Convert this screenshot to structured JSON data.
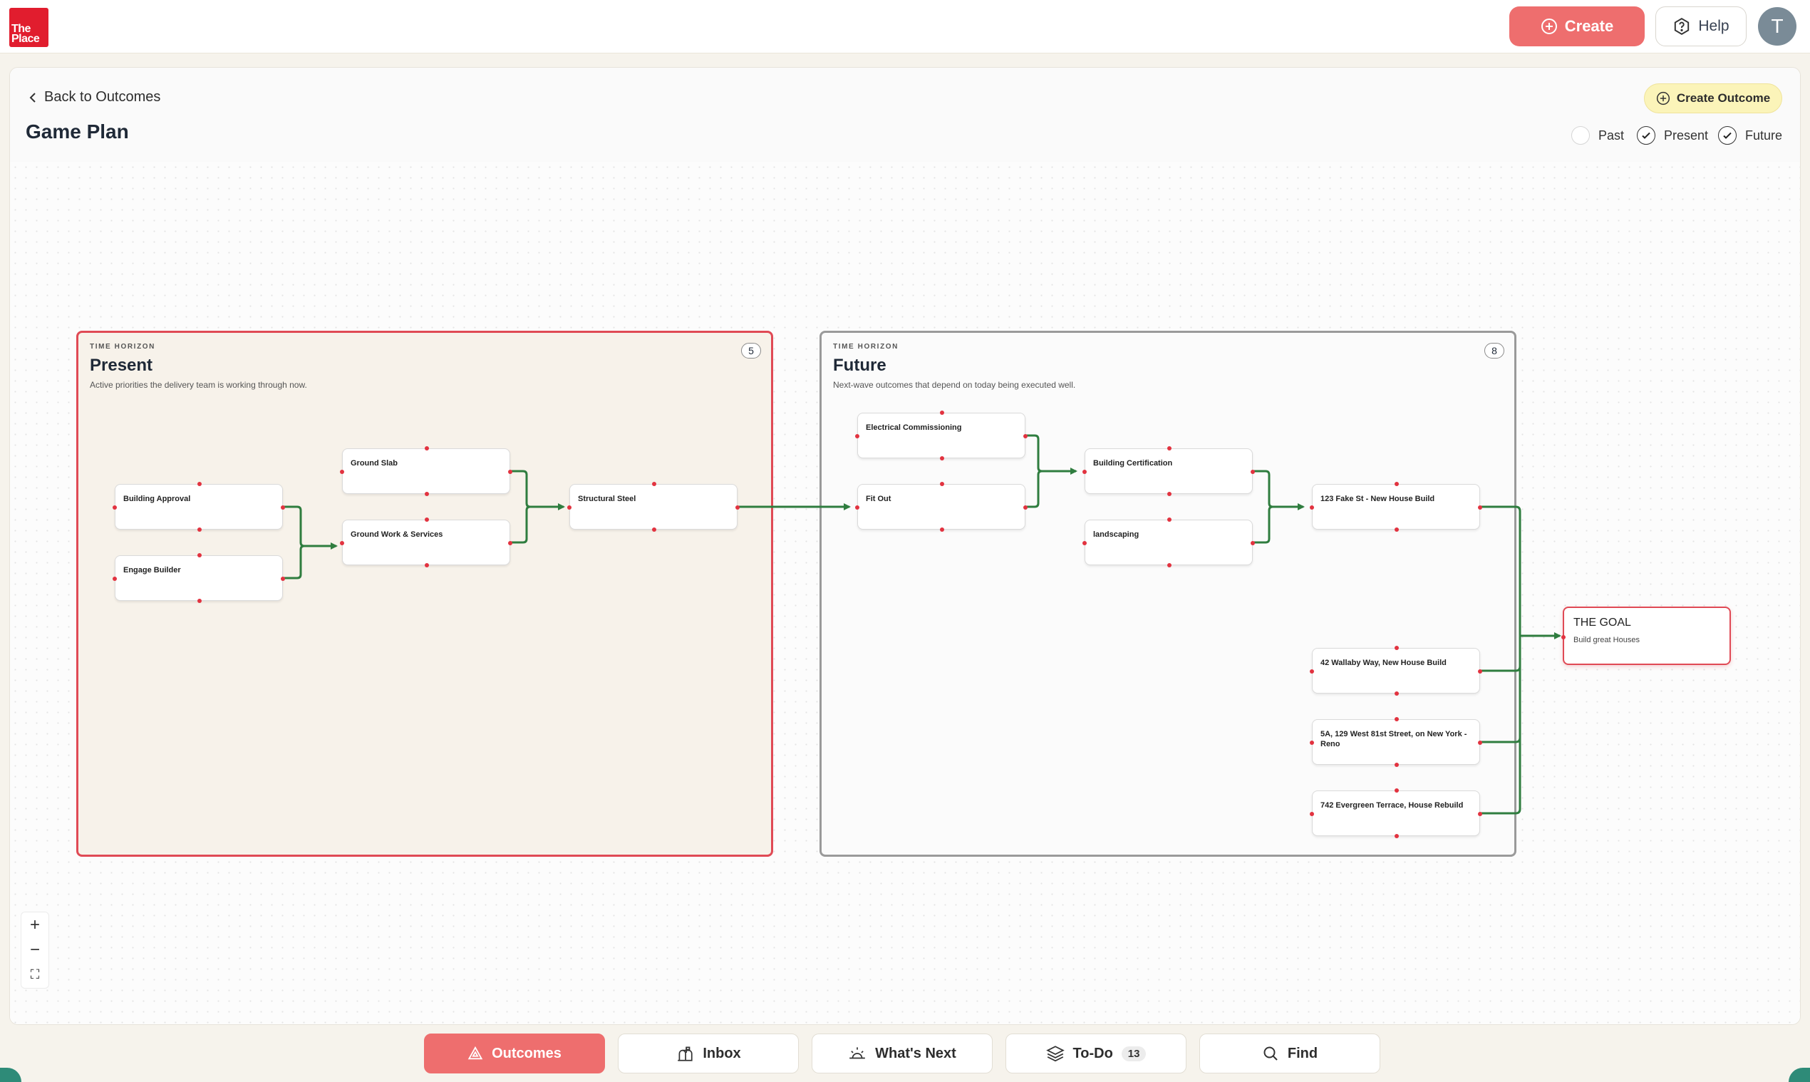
{
  "app": {
    "logo_text": "The Place",
    "logo_line1": "The",
    "logo_line2": "Place",
    "avatar_initial": "T"
  },
  "topbar": {
    "create_label": "Create",
    "help_label": "Help"
  },
  "header": {
    "back_label": "Back to Outcomes",
    "title": "Game Plan",
    "create_outcome_label": "Create Outcome",
    "filters": [
      {
        "label": "Past",
        "checked": false
      },
      {
        "label": "Present",
        "checked": true
      },
      {
        "label": "Future",
        "checked": true
      }
    ]
  },
  "horizons": {
    "present": {
      "kicker": "TIME HORIZON",
      "title": "Present",
      "description": "Active priorities the delivery team is working through now.",
      "count": "5",
      "border_color": "#e04a55"
    },
    "future": {
      "kicker": "TIME HORIZON",
      "title": "Future",
      "description": "Next-wave outcomes that depend on today being executed well.",
      "count": "8",
      "border_color": "#9a9a9a"
    }
  },
  "nodes": {
    "building_approval": "Building Approval",
    "engage_builder": "Engage Builder",
    "ground_slab": "Ground Slab",
    "ground_work": "Ground Work & Services",
    "structural_steel": "Structural Steel",
    "electrical": "Electrical Commissioning",
    "fit_out": "Fit Out",
    "building_cert": "Building Certification",
    "landscaping": "landscaping",
    "fake_st": "123 Fake St - New House Build",
    "wallaby": "42 Wallaby Way, New House Build",
    "west81": "5A, 129 West 81st Street, on New York - Reno",
    "evergreen": "742 Evergreen Terrace, House Rebuild"
  },
  "goal": {
    "title": "THE GOAL",
    "subtitle": "Build great Houses"
  },
  "edge_color": "#2f7d3f",
  "zoom_controls": {
    "zoom_in": "+",
    "zoom_out": "−",
    "fit": "⛶"
  },
  "bottom_nav": {
    "outcomes": "Outcomes",
    "inbox": "Inbox",
    "whats_next": "What's Next",
    "todo": "To-Do",
    "todo_count": "13",
    "find": "Find"
  },
  "colors": {
    "accent": "#ee6e6e",
    "brand": "#e11d2e",
    "highlight": "#fbf4b9"
  }
}
